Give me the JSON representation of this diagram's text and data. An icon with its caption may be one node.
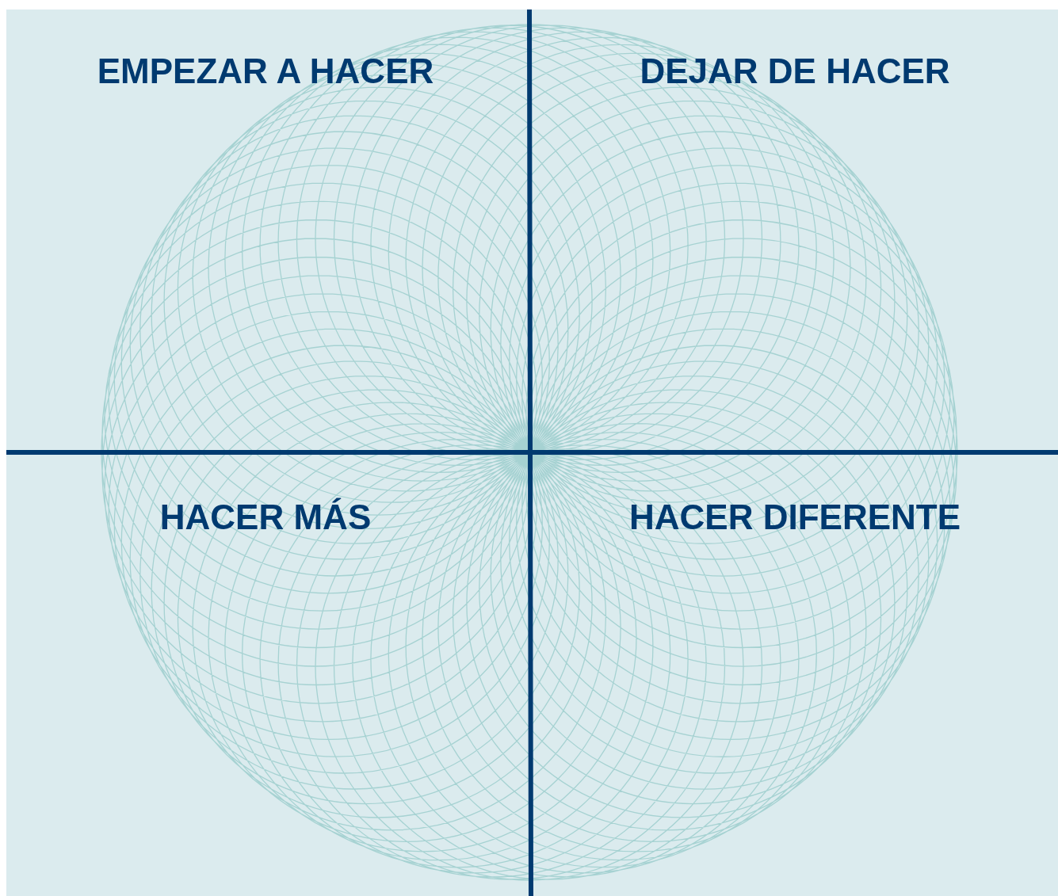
{
  "diagram": {
    "labels": [
      "EMPEZAR A HACER",
      "DEJAR DE HACER",
      "HACER MÁS",
      "HACER DIFERENTE"
    ]
  }
}
